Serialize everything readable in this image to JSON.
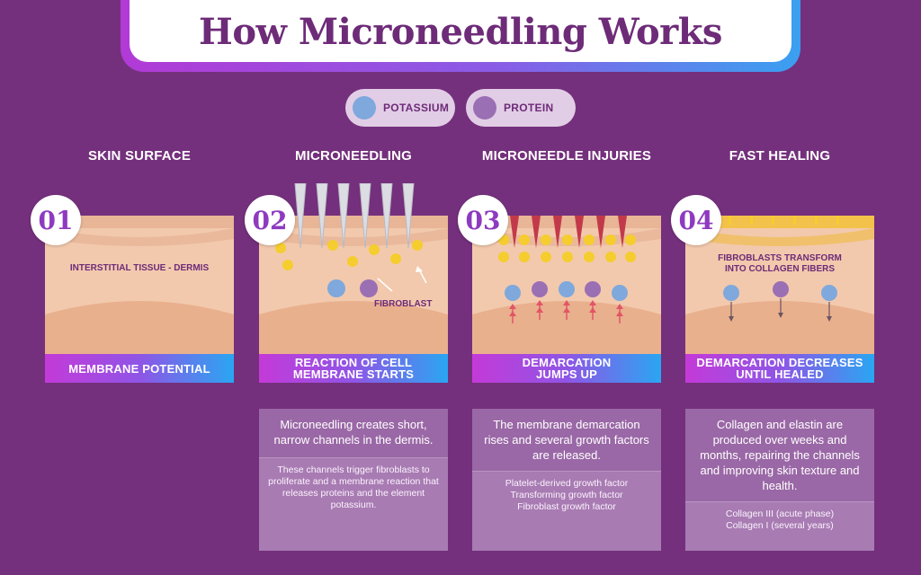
{
  "title": "How Microneedling Works",
  "legend": [
    {
      "label": "POTASSIUM",
      "color": "#7fa8dc"
    },
    {
      "label": "PROTEIN",
      "color": "#9b6fb3"
    }
  ],
  "steps": [
    {
      "number": "01",
      "heading": "SKIN SURFACE",
      "card_label": "INTERSTITIAL TISSUE - DERMIS",
      "bar": "MEMBRANE POTENTIAL"
    },
    {
      "number": "02",
      "heading": "MICRONEEDLING",
      "card_label": "FIBROBLAST",
      "bar_line1": "REACTION OF CELL",
      "bar_line2": "MEMBRANE STARTS"
    },
    {
      "number": "03",
      "heading": "MICRONEEDLE INJURIES",
      "bar_line1": "DEMARCATION",
      "bar_line2": "JUMPS UP"
    },
    {
      "number": "04",
      "heading": "FAST HEALING",
      "card_label_line1": "FIBROBLASTS TRANSFORM",
      "card_label_line2": "INTO COLLAGEN FIBERS",
      "bar_line1": "DEMARCATION DECREASES",
      "bar_line2": "UNTIL HEALED"
    }
  ],
  "descriptions": [
    {
      "main": "Microneedling creates short, narrow channels in the dermis.",
      "sub": "These channels trigger fibroblasts to proliferate and a membrane reaction that releases proteins and the element potassium."
    },
    {
      "main": "The membrane demarcation rises and several growth factors are released.",
      "sub_lines": [
        "Platelet-derived growth factor",
        "Transforming growth factor",
        "Fibroblast growth factor"
      ]
    },
    {
      "main": "Collagen and elastin are produced over weeks and months, repairing the channels and improving skin texture and health.",
      "sub_lines": [
        "Collagen III (acute phase)",
        "Collagen I (several years)"
      ]
    }
  ]
}
